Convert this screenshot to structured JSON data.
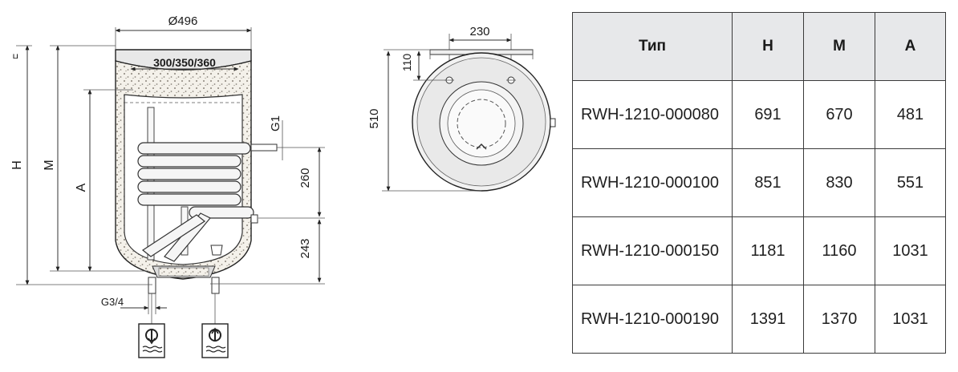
{
  "drawing": {
    "dim_diameter": "Ø496",
    "dim_bracket": "300/350/360",
    "label_h": "H",
    "label_m": "M",
    "label_a": "A",
    "label_g1": "G1",
    "dim_260": "260",
    "dim_243": "243",
    "label_g34": "G3/4",
    "dim_230": "230",
    "dim_110": "110",
    "dim_510": "510",
    "icon_cold_inlet": "water-inlet-icon",
    "icon_hot_outlet": "water-outlet-icon"
  },
  "table": {
    "headers": [
      "Тип",
      "H",
      "M",
      "A"
    ],
    "rows": [
      {
        "model": "RWH-1210-000080",
        "h": "691",
        "m": "670",
        "a": "481"
      },
      {
        "model": "RWH-1210-000100",
        "h": "851",
        "m": "830",
        "a": "551"
      },
      {
        "model": "RWH-1210-000150",
        "h": "1181",
        "m": "1160",
        "a": "1031"
      },
      {
        "model": "RWH-1210-000190",
        "h": "1391",
        "m": "1370",
        "a": "1031"
      }
    ]
  }
}
